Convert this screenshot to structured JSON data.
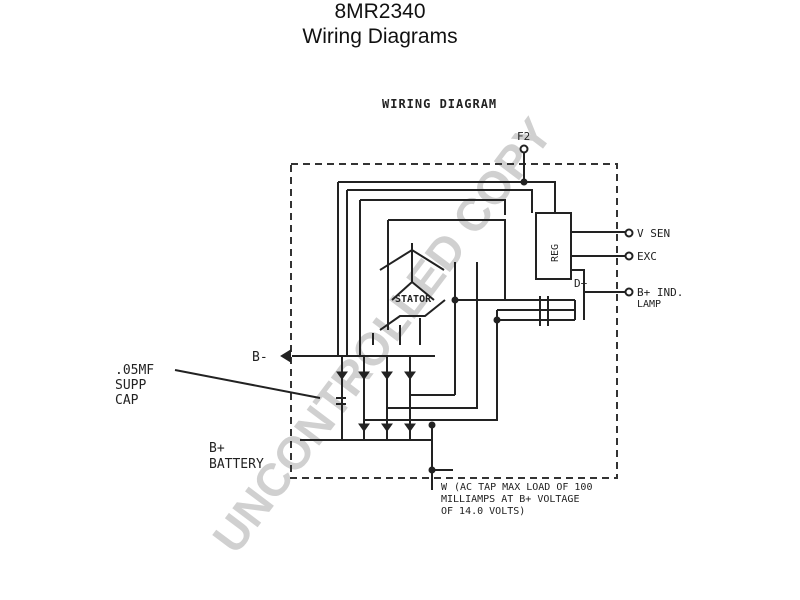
{
  "header": {
    "part_number": "8MR2340",
    "subtitle": "Wiring Diagrams"
  },
  "diagram": {
    "heading": "WIRING DIAGRAM",
    "terminals": {
      "f2": "F2",
      "v_sen": "V SEN",
      "exc": "EXC",
      "d_plus": "D+",
      "b_plus_ind": "B+ IND.",
      "lamp": "LAMP",
      "b_minus": "B-",
      "w": "W"
    },
    "components": {
      "regulator": "REG",
      "stator": "STATOR"
    },
    "labels": {
      "cap_line1": ".05MF",
      "cap_line2": "SUPP",
      "cap_line3": "CAP",
      "battery_line1": "B+",
      "battery_line2": "BATTERY"
    },
    "note": {
      "line1": "(AC TAP MAX LOAD OF 100",
      "line2": "MILLIAMPS AT B+ VOLTAGE",
      "line3": "OF 14.0 VOLTS)"
    }
  },
  "watermark": "UNCONTROLLED COPY"
}
